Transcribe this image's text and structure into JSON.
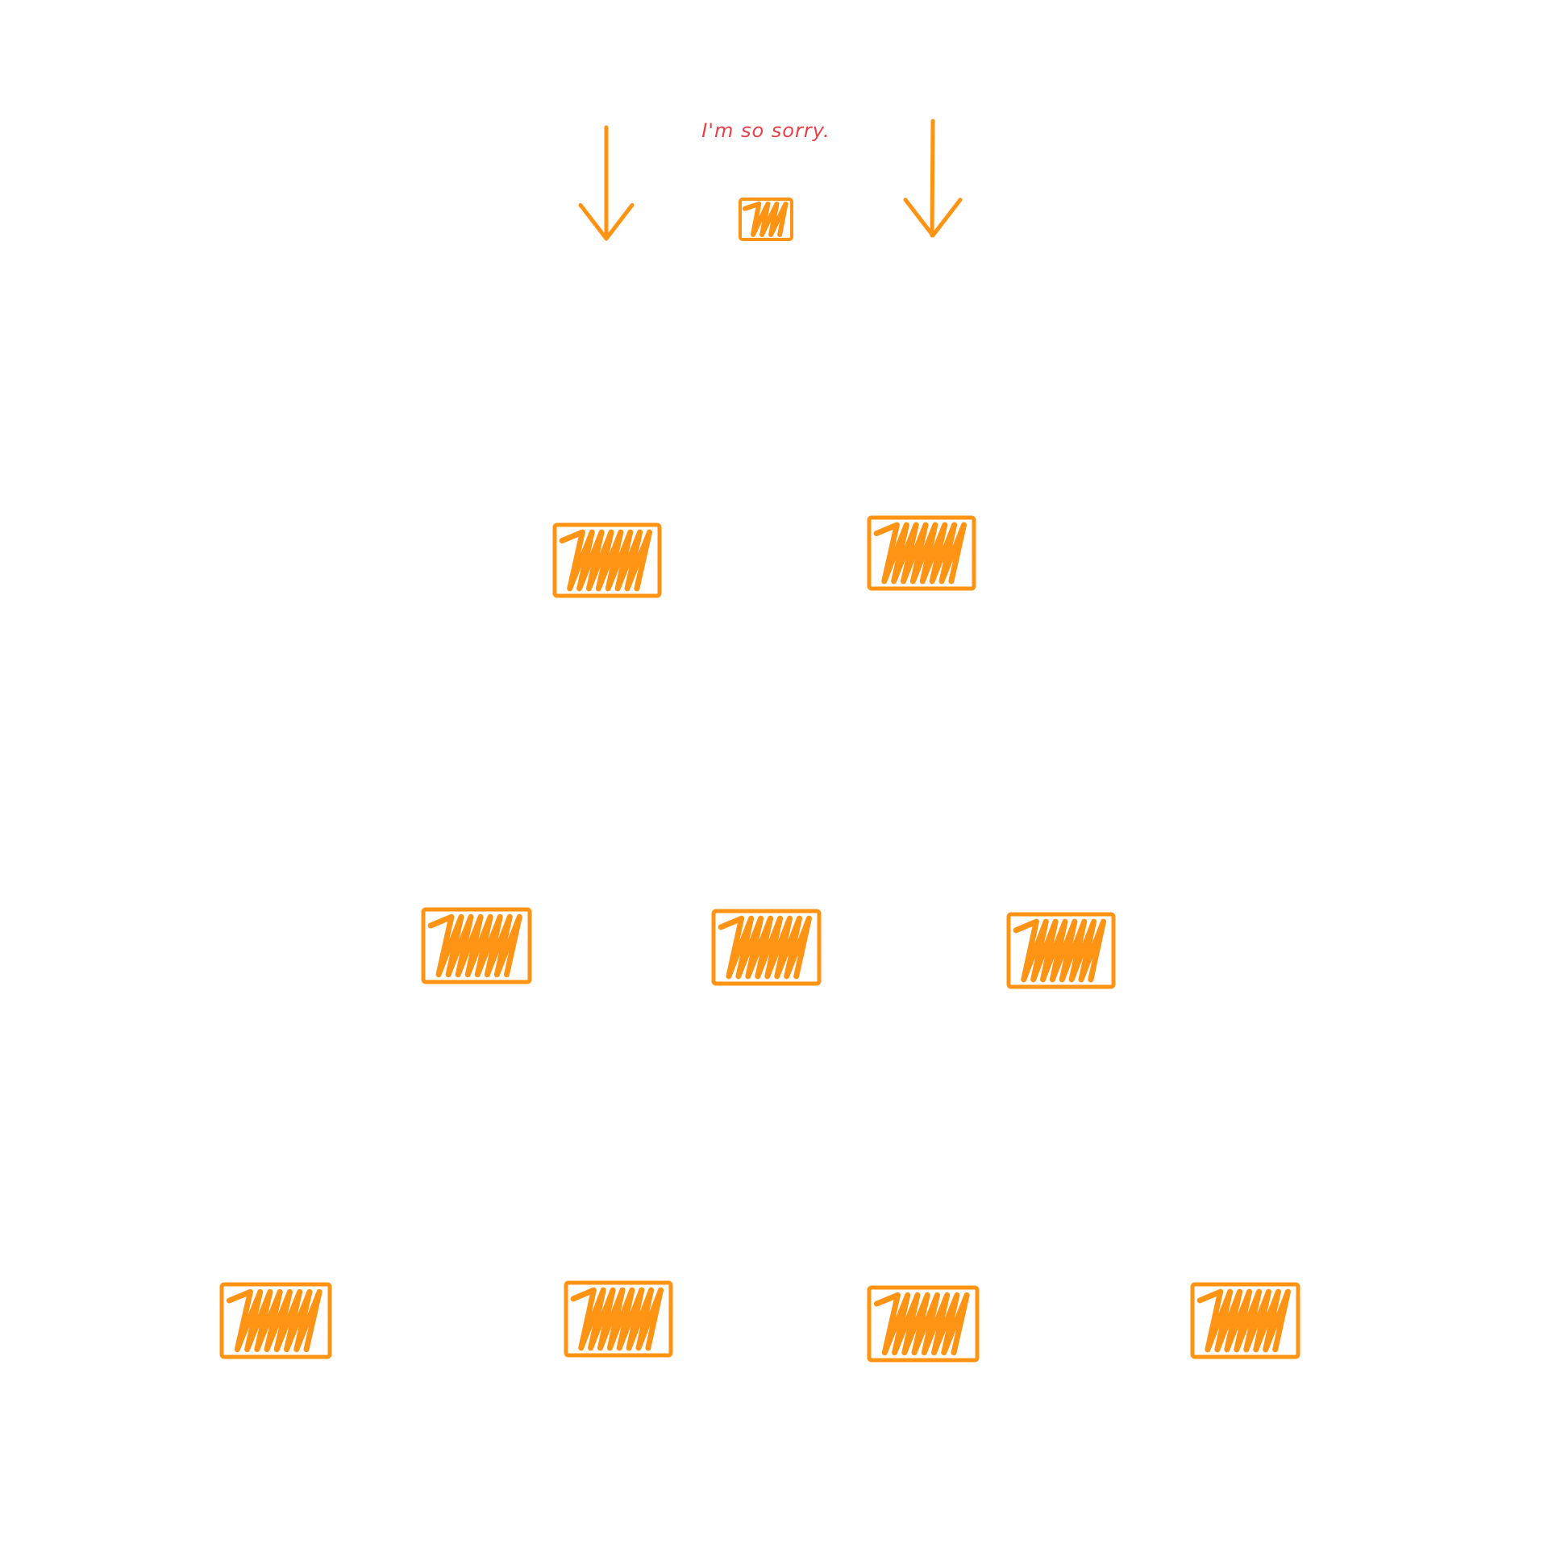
{
  "note": {
    "text": "I'm so sorry.",
    "color": "#e8404a"
  },
  "colors": {
    "stroke": "#ff9314",
    "background": "#ffffff"
  },
  "icons": {
    "arrow": "down-arrow-icon",
    "block": "hatched-rectangle"
  },
  "tiers": [
    {
      "name": "top",
      "blocks": 1,
      "arrows": 2
    },
    {
      "name": "second",
      "blocks": 2
    },
    {
      "name": "third",
      "blocks": 3
    },
    {
      "name": "bottom",
      "blocks": 4
    }
  ]
}
